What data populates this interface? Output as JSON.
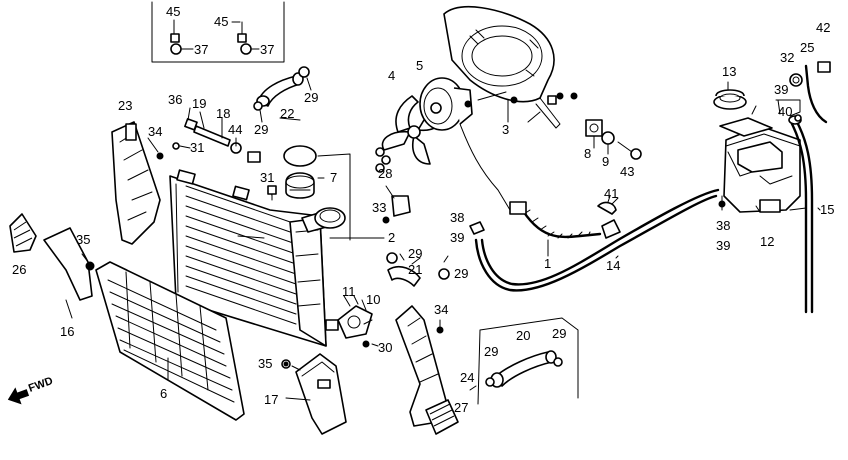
{
  "labels": {
    "p1": "1",
    "p2": "2",
    "p3": "3",
    "p4": "4",
    "p5": "5",
    "p6": "6",
    "p7": "7",
    "p8": "8",
    "p9": "9",
    "p10": "10",
    "p11": "11",
    "p12": "12",
    "p13": "13",
    "p14": "14",
    "p15": "15",
    "p16": "16",
    "p17": "17",
    "p18": "18",
    "p19": "19",
    "p20": "20",
    "p21": "21",
    "p22": "22",
    "p23": "23",
    "p24": "24",
    "p25": "25",
    "p26": "26",
    "p27": "27",
    "p28": "28",
    "p29": "29",
    "p30": "30",
    "p31": "31",
    "p32": "32",
    "p33": "33",
    "p34": "34",
    "p35": "35",
    "p36": "36",
    "p37": "37",
    "p38": "38",
    "p39": "39",
    "p40": "40",
    "p41": "41",
    "p42": "42",
    "p43": "43",
    "p44": "44",
    "p45": "45"
  },
  "fwd": "FWD"
}
